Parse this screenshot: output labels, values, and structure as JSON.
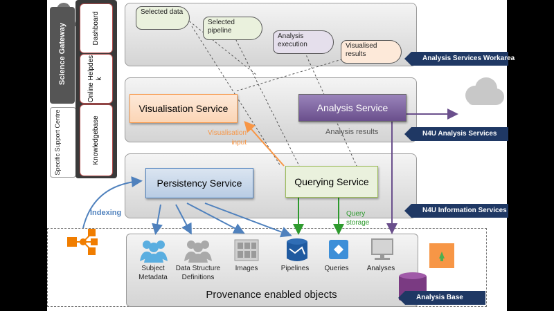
{
  "nav": {
    "science_gateway": "Science Gateway",
    "dashboard": "Dashboard",
    "online_helpdesk": "Online Helpdes\nk",
    "knowledgebase": "Knowledgebase",
    "specific_support_centre": "Specific Support Centre"
  },
  "workarea": {
    "selected_data": "Selected data",
    "selected_pipeline": "Selected pipeline",
    "analysis_execution": "Analysis execution",
    "visualised_results": "Visualised results",
    "tag": "Analysis Services Workarea"
  },
  "analysis_services": {
    "visualisation_service": "Visualisation Service",
    "analysis_service": "Analysis Service",
    "analysis_results": "Analysis results",
    "tag": "N4U Analysis Services"
  },
  "information_services": {
    "persistency_service": "Persistency Service",
    "querying_service": "Querying Service",
    "visualisation_input_1": "Visualisation",
    "visualisation_input_2": "input",
    "query_storage_1": "Query",
    "query_storage_2": "storage",
    "indexing": "Indexing",
    "tag": "N4U Information Services"
  },
  "provenance": {
    "title": "Provenance enabled objects",
    "items": [
      {
        "label": "Subject\nMetadata",
        "icon": "people-icon"
      },
      {
        "label": "Data Structure\nDefinitions",
        "icon": "people-grey-icon"
      },
      {
        "label": "Images",
        "icon": "images-icon"
      },
      {
        "label": "Pipelines",
        "icon": "pipelines-icon"
      },
      {
        "label": "Queries",
        "icon": "queries-icon"
      },
      {
        "label": "Analyses",
        "icon": "analyses-icon"
      }
    ],
    "tag": "Analysis Base"
  },
  "colors": {
    "visualisation": "#f79646",
    "analysis": "#8064a2",
    "persistency": "#4f81bd",
    "querying": "#eaf1dd",
    "query_arrow": "#2e9a2e",
    "tag_bg": "#1f3864"
  }
}
